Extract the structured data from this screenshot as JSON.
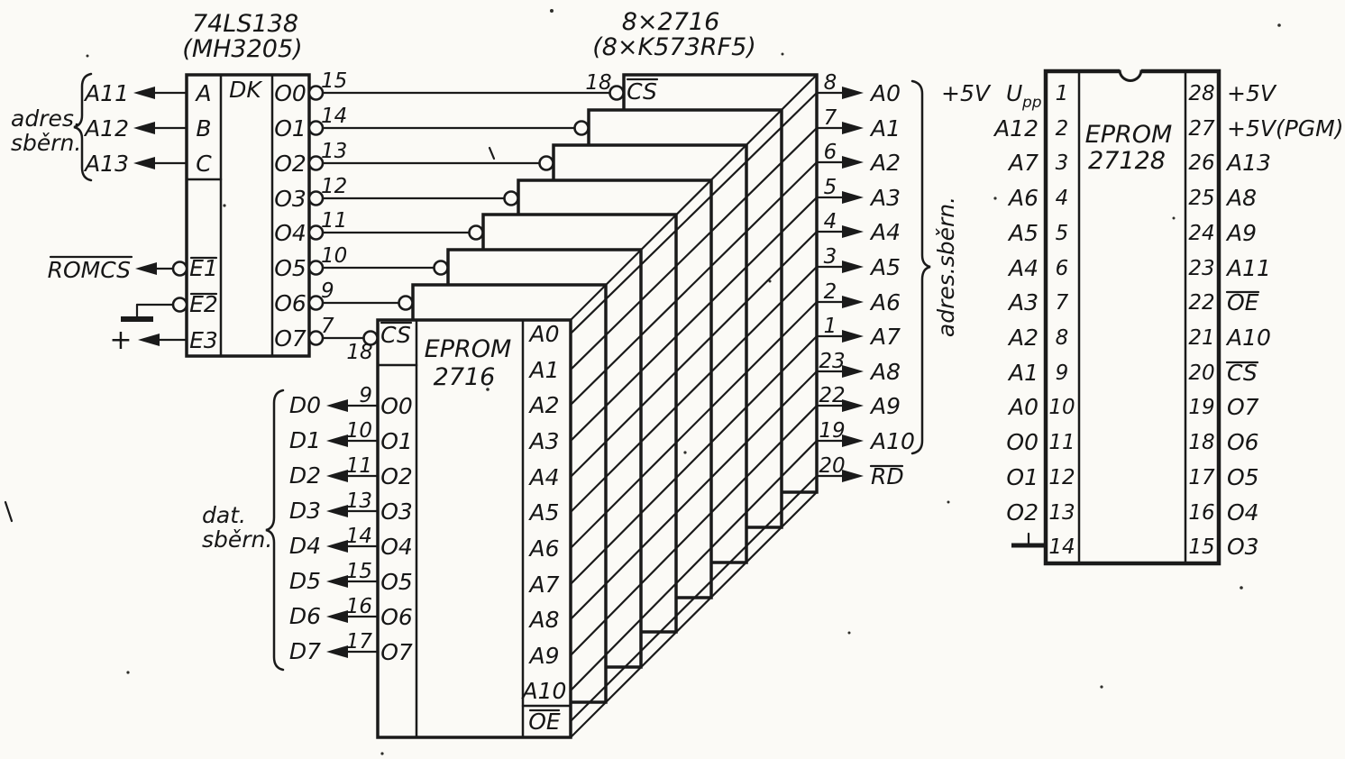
{
  "figure": {
    "type": "scanned-schematic",
    "ink_color": "#1a1a1a",
    "paper_color": "#fbfaf6"
  },
  "decoder": {
    "title": "74LS138",
    "subtitle": "(MH3205)",
    "function_label": "DK",
    "inputs": [
      {
        "label": "A",
        "bus": "A11"
      },
      {
        "label": "B",
        "bus": "A12"
      },
      {
        "label": "C",
        "bus": "A13"
      }
    ],
    "input_brace_label": [
      "adres.",
      "sběrn."
    ],
    "enable_inputs": [
      {
        "label": "E1",
        "signal": "ROMCS"
      },
      {
        "label": "E2",
        "signal": "ground"
      },
      {
        "label": "E3",
        "signal": "+"
      }
    ],
    "romcs_label": "ROMCS",
    "plus_label": "+",
    "outputs": [
      {
        "label": "O0",
        "pin": "15"
      },
      {
        "label": "O1",
        "pin": "14"
      },
      {
        "label": "O2",
        "pin": "13"
      },
      {
        "label": "O3",
        "pin": "12"
      },
      {
        "label": "O4",
        "pin": "11"
      },
      {
        "label": "O5",
        "pin": "10"
      },
      {
        "label": "O6",
        "pin": "9"
      },
      {
        "label": "O7",
        "pin": "7"
      }
    ]
  },
  "stack": {
    "title": "8×2716",
    "subtitle": "(8×K573RF5)",
    "back_chip": {
      "cs_label": "CS",
      "cs_pin": "18"
    },
    "front_chip": {
      "cs_label": "CS",
      "cs_pin": "18",
      "name": [
        "EPROM",
        "2716"
      ],
      "outputs": [
        {
          "label": "O0",
          "pin": "9",
          "bus": "D0"
        },
        {
          "label": "O1",
          "pin": "10",
          "bus": "D1"
        },
        {
          "label": "O2",
          "pin": "11",
          "bus": "D2"
        },
        {
          "label": "O3",
          "pin": "13",
          "bus": "D3"
        },
        {
          "label": "O4",
          "pin": "14",
          "bus": "D4"
        },
        {
          "label": "O5",
          "pin": "15",
          "bus": "D5"
        },
        {
          "label": "O6",
          "pin": "16",
          "bus": "D6"
        },
        {
          "label": "O7",
          "pin": "17",
          "bus": "D7"
        }
      ],
      "address_labels": [
        "A0",
        "A1",
        "A2",
        "A3",
        "A4",
        "A5",
        "A6",
        "A7",
        "A8",
        "A9",
        "A10"
      ],
      "oe_label": "OE"
    },
    "data_bus_label": [
      "dat.",
      "sběrn."
    ],
    "right_pins": [
      {
        "pin": "8",
        "label": "A0"
      },
      {
        "pin": "7",
        "label": "A1"
      },
      {
        "pin": "6",
        "label": "A2"
      },
      {
        "pin": "5",
        "label": "A3"
      },
      {
        "pin": "4",
        "label": "A4"
      },
      {
        "pin": "3",
        "label": "A5"
      },
      {
        "pin": "2",
        "label": "A6"
      },
      {
        "pin": "1",
        "label": "A7"
      },
      {
        "pin": "23",
        "label": "A8"
      },
      {
        "pin": "22",
        "label": "A9"
      },
      {
        "pin": "19",
        "label": "A10"
      },
      {
        "pin": "20",
        "label": "RD"
      }
    ],
    "address_brace_label": "adres.sběrn."
  },
  "eprom27128": {
    "name": [
      "EPROM",
      "27128"
    ],
    "supply_label": "+5V",
    "left_pins": [
      {
        "pin": "1",
        "label": "U",
        "label_sub": "pp"
      },
      {
        "pin": "2",
        "label": "A12"
      },
      {
        "pin": "3",
        "label": "A7"
      },
      {
        "pin": "4",
        "label": "A6"
      },
      {
        "pin": "5",
        "label": "A5"
      },
      {
        "pin": "6",
        "label": "A4"
      },
      {
        "pin": "7",
        "label": "A3"
      },
      {
        "pin": "8",
        "label": "A2"
      },
      {
        "pin": "9",
        "label": "A1"
      },
      {
        "pin": "10",
        "label": "A0"
      },
      {
        "pin": "11",
        "label": "O0"
      },
      {
        "pin": "12",
        "label": "O1"
      },
      {
        "pin": "13",
        "label": "O2"
      },
      {
        "pin": "14",
        "label": "",
        "symbol": "ground"
      }
    ],
    "right_pins": [
      {
        "pin": "28",
        "label": "+5V"
      },
      {
        "pin": "27",
        "label": "+5V(PGM)"
      },
      {
        "pin": "26",
        "label": "A13"
      },
      {
        "pin": "25",
        "label": "A8"
      },
      {
        "pin": "24",
        "label": "A9"
      },
      {
        "pin": "23",
        "label": "A11"
      },
      {
        "pin": "22",
        "label": "OE"
      },
      {
        "pin": "21",
        "label": "A10"
      },
      {
        "pin": "20",
        "label": "CS"
      },
      {
        "pin": "19",
        "label": "O7"
      },
      {
        "pin": "18",
        "label": "O6"
      },
      {
        "pin": "17",
        "label": "O5"
      },
      {
        "pin": "16",
        "label": "O4"
      },
      {
        "pin": "15",
        "label": "O3"
      }
    ]
  }
}
